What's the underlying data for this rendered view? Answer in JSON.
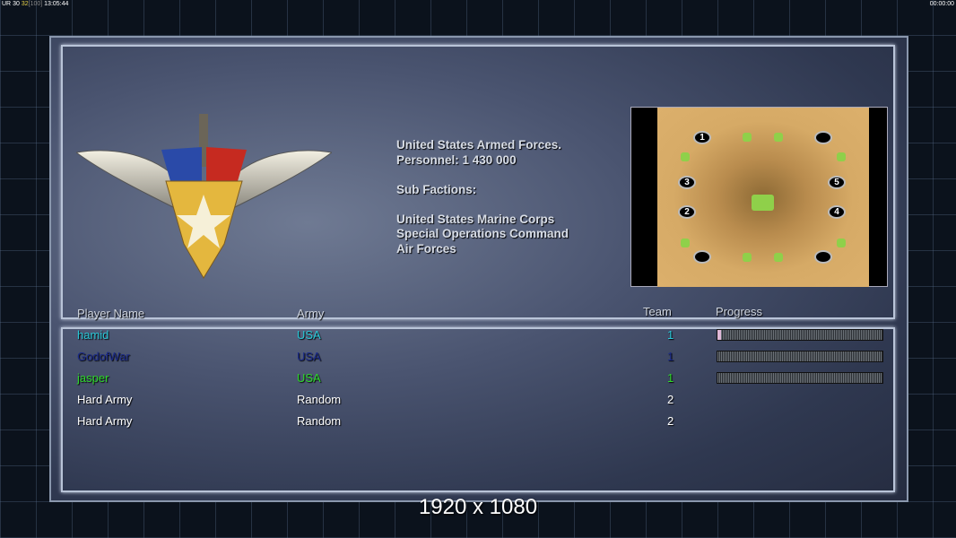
{
  "hud": {
    "left_a": "UR",
    "left_b": "30",
    "left_c": "32",
    "left_d": "[100]",
    "clock": "13:05:44",
    "timer": "00:00:00"
  },
  "faction": {
    "lines": [
      "United States Armed Forces.",
      "Personnel: 1 430 000",
      "",
      "Sub Factions:",
      "",
      "United States Marine Corps",
      "Special Operations Command",
      "Air Forces"
    ]
  },
  "map": {
    "spots": [
      "1",
      "2",
      "3",
      "4",
      "5",
      ""
    ]
  },
  "table": {
    "headers": {
      "name": "Player Name",
      "army": "Army",
      "team": "Team",
      "progress": "Progress"
    },
    "rows": [
      {
        "name": "hamid",
        "army": "USA",
        "team": "1",
        "color": "#29c8d8",
        "progress": 0.02
      },
      {
        "name": "GodofWar",
        "army": "USA",
        "team": "1",
        "color": "#1a2a8a",
        "progress": 0
      },
      {
        "name": "jasper",
        "army": "USA",
        "team": "1",
        "color": "#2ed82a",
        "progress": 0
      },
      {
        "name": "Hard Army",
        "army": "Random",
        "team": "2",
        "color": "#ffffff",
        "progress": null
      },
      {
        "name": "Hard Army",
        "army": "Random",
        "team": "2",
        "color": "#ffffff",
        "progress": null
      }
    ]
  },
  "resolution": "1920 x 1080"
}
